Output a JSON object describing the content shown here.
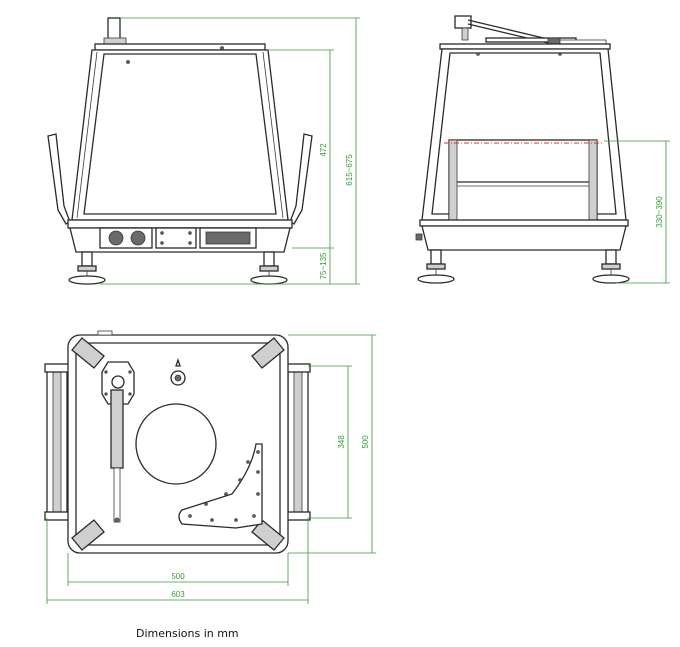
{
  "dimensions": {
    "front_height": "472",
    "front_total_height": "615~675",
    "foot_height": "75~135",
    "side_height": "330~390",
    "top_inner_depth": "348",
    "top_depth": "500",
    "top_width": "500",
    "top_total_width": "603"
  },
  "caption": "Dimensions in mm",
  "colors": {
    "dimension": "#3a9a3a",
    "outline": "#2a2a2a",
    "centerline": "#e03030"
  }
}
